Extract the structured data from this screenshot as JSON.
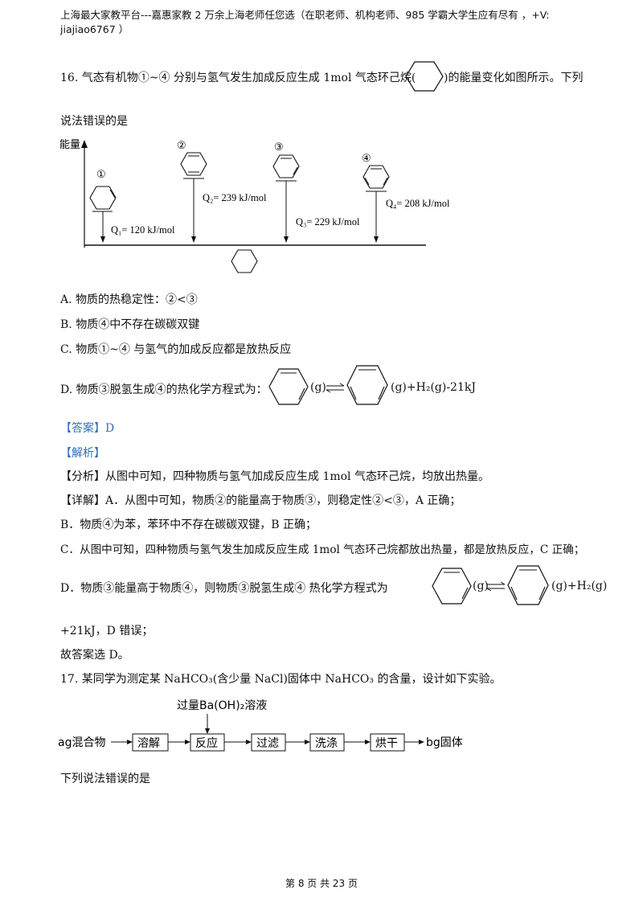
{
  "header": {
    "line1": "上海最大家教平台---嘉惠家教   2 万余上海老师任您选（在职老师、机构老师、985 学霸大学生应有尽有 ，+V:",
    "line2": "jiajiao6767 ）"
  },
  "q16": {
    "stem_before": "16.  气态有机物①~④ 分别与氢气发生加成反应生成 1mol 气态环己烷(",
    "stem_after": ")的能量变化如图所示。下列",
    "stem_line2": "说法错误的是",
    "diagram": {
      "axis_label": "能量",
      "labels": [
        "①",
        "②",
        "③",
        "④"
      ],
      "q1": "Q₁= 120 kJ/mol",
      "q2": "Q₂= 239 kJ/mol",
      "q3": "Q₃= 229 kJ/mol",
      "q4": "Q₄= 208 kJ/mol"
    },
    "option_a": "A.  物质的热稳定性：②<③",
    "option_b": "B.  物质④中不存在碳碳双键",
    "option_c": "C.  物质①~④ 与氢气的加成反应都是放热反应",
    "option_d_prefix": "D.  物质③脱氢生成④的热化学方程式为：",
    "option_d_g1": "(g)",
    "option_d_tail": "(g)+H₂(g)-21kJ",
    "answer": "【答案】D",
    "analysis_tag": "【解析】",
    "fenxi_tag": "【分析】",
    "fenxi": "从图中可知，四种物质与氢气加成反应生成 1mol 气态环己烷，均放出热量。",
    "xiangjie_tag": "【详解】",
    "xiangjie_a": "A．从图中可知，物质②的能量高于物质③，则稳定性②<③，A 正确；",
    "line_b": "B．物质④为苯，苯环中不存在碳碳双键，B 正确；",
    "line_c": "C．从图中可知，四种物质与氢气发生加成反应生成 1mol 气态环己烷都放出热量，都是放热反应，C 正确；",
    "line_d_prefix": "D．物质③能量高于物质④，则物质③脱氢生成④  热化学方程式为",
    "line_d_g1": "(g)",
    "line_d_tail": "(g)+H₂(g)",
    "line_d2": "+21kJ，D 错误；",
    "conclusion": "故答案选 D。"
  },
  "q17": {
    "stem": "17.  某同学为测定某 NaHCO₃(含少量 NaCl)固体中 NaHCO₃ 的含量，设计如下实验。",
    "reagent": "过量Ba(OH)₂溶液",
    "start": "ag混合物",
    "steps": [
      "溶解",
      "反应",
      "过滤",
      "洗涤",
      "烘干"
    ],
    "end": "bg固体",
    "prompt": "下列说法错误的是"
  },
  "footer": {
    "page": "第 8 页 共 23 页"
  }
}
